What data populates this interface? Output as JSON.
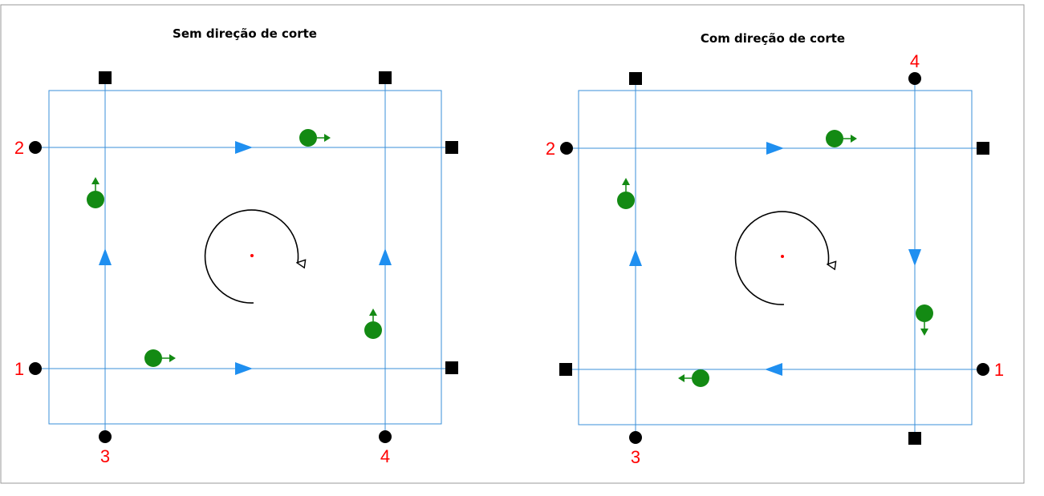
{
  "colors": {
    "frame": "#999999",
    "line": "#3a8fd8",
    "arrow": "#1f8ff0",
    "tool": "#138a13",
    "marker": "#000000",
    "label": "#ff0000",
    "center": "#ff0000"
  },
  "panels": [
    {
      "title": "Sem direção de corte",
      "labels": {
        "line1": "1",
        "line2": "2",
        "line3": "3",
        "line4": "4"
      }
    },
    {
      "title": "Com direção de corte",
      "labels": {
        "line1": "1",
        "line2": "2",
        "line3": "3",
        "line4": "4"
      }
    }
  ]
}
